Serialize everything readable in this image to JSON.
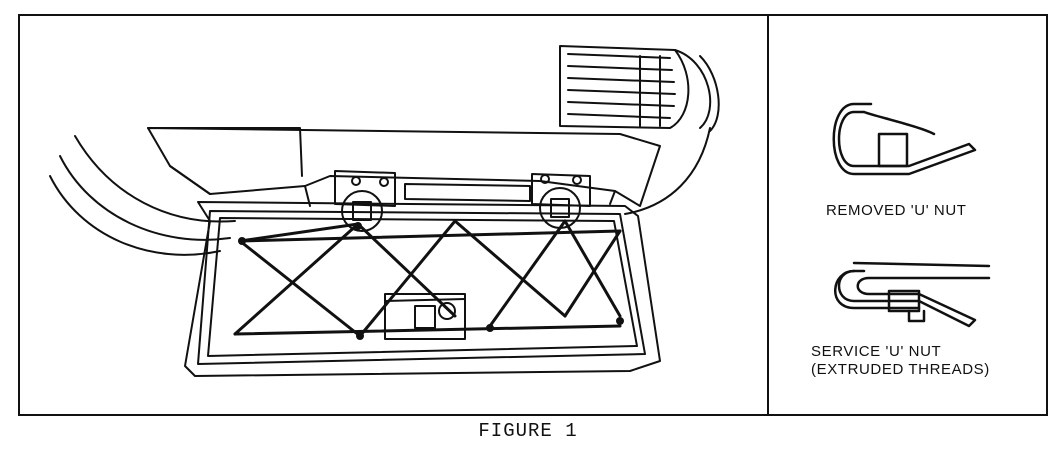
{
  "figure": {
    "caption": "FIGURE 1"
  },
  "labels": {
    "removed_nut": "REMOVED 'U' NUT",
    "service_nut_line1": "SERVICE 'U' NUT",
    "service_nut_line2": "(EXTRUDED THREADS)"
  }
}
